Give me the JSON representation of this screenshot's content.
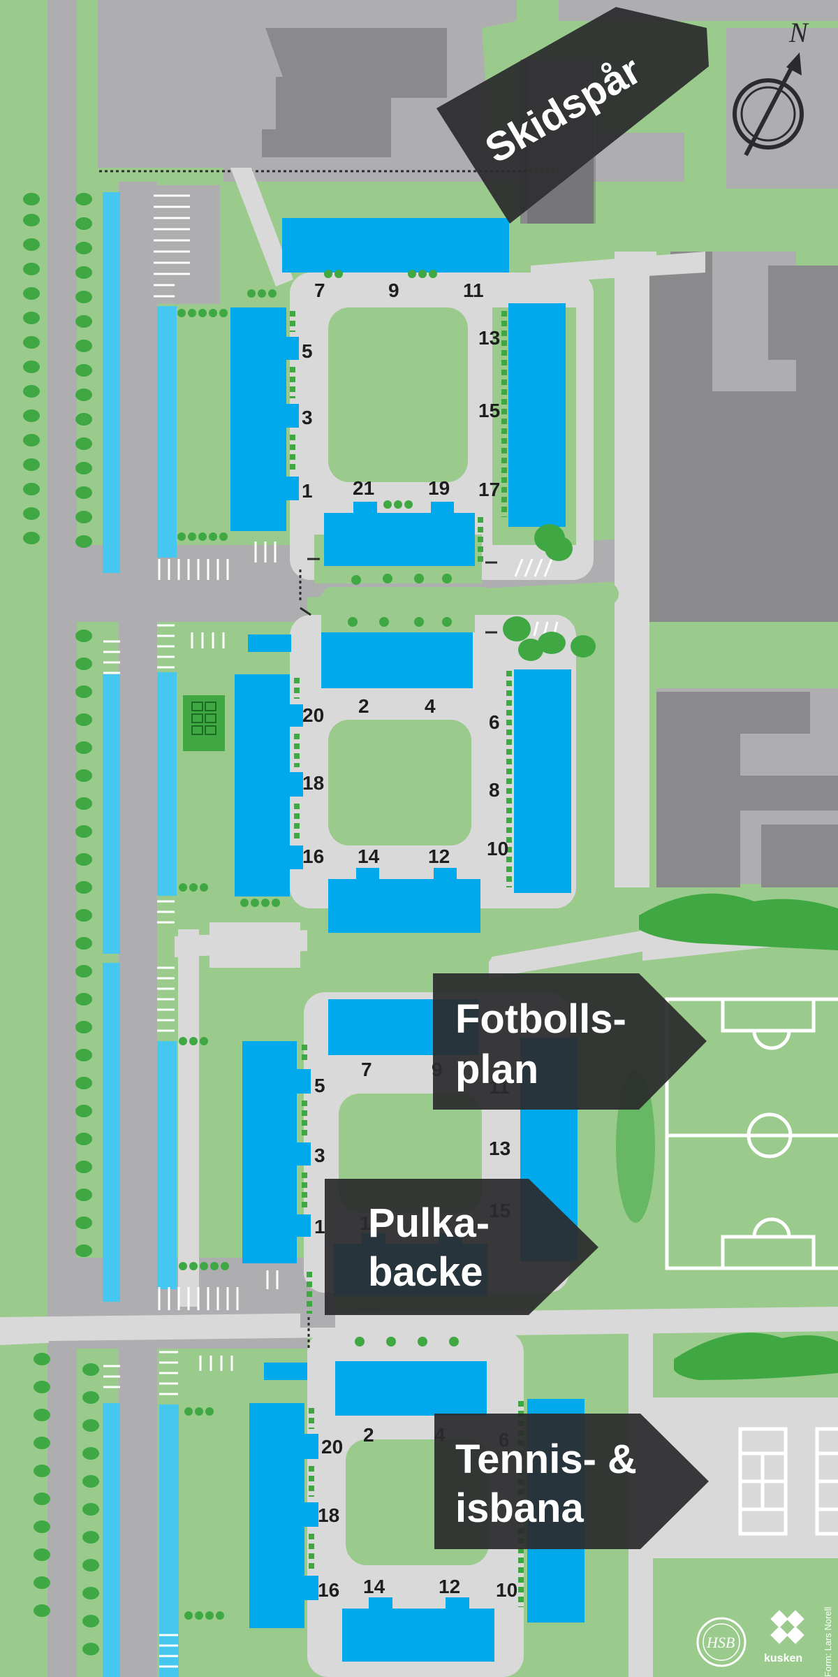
{
  "compass": {
    "north_label": "N"
  },
  "signs": {
    "skidspar": "Skidspår",
    "fotbolls_line1": "Fotbolls-",
    "fotbolls_line2": "plan",
    "pulka_line1": "Pulka-",
    "pulka_line2": "backe",
    "tennis_line1": "Tennis- &",
    "tennis_line2": "isbana"
  },
  "house_numbers": {
    "b1_7": "7",
    "b1_9": "9",
    "b1_11": "11",
    "b1_5": "5",
    "b1_3": "3",
    "b1_1": "1",
    "b1_13": "13",
    "b1_15": "15",
    "b1_17": "17",
    "b1_21": "21",
    "b1_19": "19",
    "b2_2": "2",
    "b2_4": "4",
    "b2_6": "6",
    "b2_8": "8",
    "b2_10": "10",
    "b2_20": "20",
    "b2_18": "18",
    "b2_16": "16",
    "b2_14": "14",
    "b2_12": "12",
    "b3_7": "7",
    "b3_9": "9",
    "b3_11": "11",
    "b3_5": "5",
    "b3_3": "3",
    "b3_1": "1",
    "b3_13": "13",
    "b3_15": "15",
    "b3_17": "1",
    "b4_2": "2",
    "b4_4": "4",
    "b4_6": "6",
    "b4_20": "20",
    "b4_18": "18",
    "b4_16": "16",
    "b4_14": "14",
    "b4_12": "12",
    "b4_10": "10"
  },
  "credits": {
    "form": "Form: Lars Norell",
    "kusken": "kusken",
    "hsb": "HSB"
  },
  "colors": {
    "grass": "#9acb8c",
    "road": "#aeaeb0",
    "path": "#d9d9d9",
    "building": "#00a8ec",
    "garage": "#45c7f0",
    "other_building": "#8a8a8c",
    "tree": "#3fa843",
    "sign": "#2b2b2d"
  }
}
